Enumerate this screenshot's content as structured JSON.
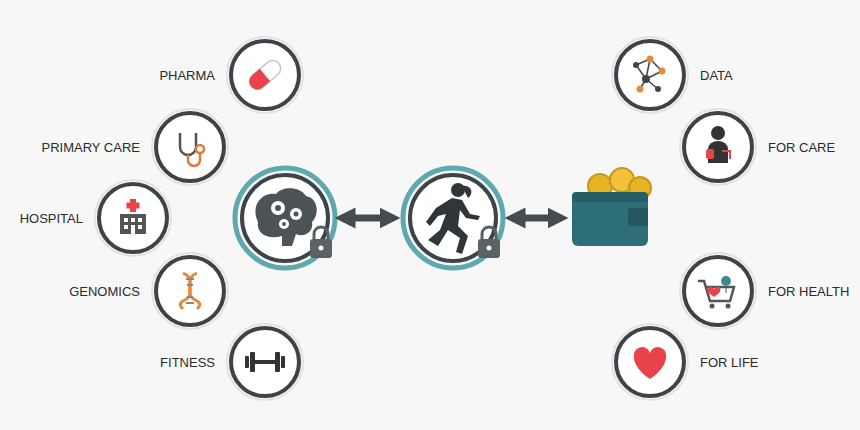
{
  "diagram": {
    "nodes": [
      {
        "text": [
          "PHARMA"
        ]
      },
      {
        "text": [
          "PRIMARY CARE"
        ]
      },
      {
        "text": [
          "HOSPITAL"
        ]
      },
      {
        "text": [
          "GENOMICS"
        ]
      },
      {
        "text": [
          "FITNESS"
        ]
      },
      {
        "text": [
          "DATA"
        ]
      },
      {
        "text": [
          "FOR CARE"
        ]
      },
      {
        "text": [
          "FOR HEALTH"
        ]
      },
      {
        "text": [
          "FOR LIFE"
        ]
      }
    ]
  }
}
